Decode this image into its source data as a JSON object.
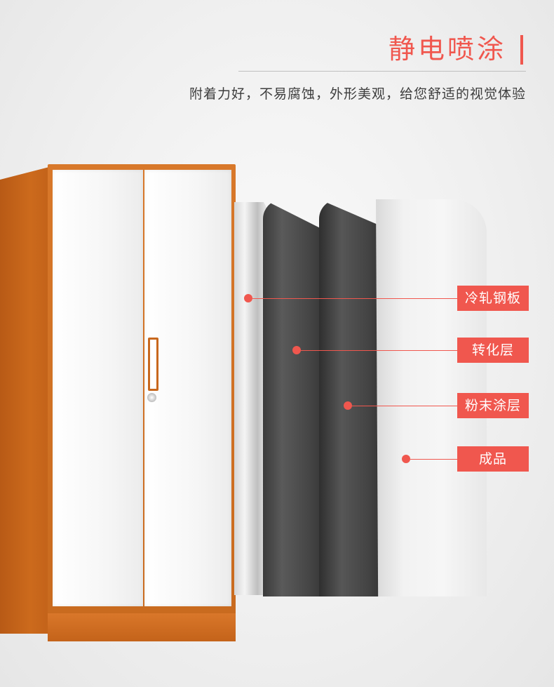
{
  "heading": {
    "title": "静电喷涂",
    "subtitle": "附着力好，不易腐蚀，外形美观，给您舒适的视觉体验"
  },
  "layers": [
    {
      "label": "冷轧钢板"
    },
    {
      "label": "转化层"
    },
    {
      "label": "粉末涂层"
    },
    {
      "label": "成品"
    }
  ],
  "colors": {
    "accent": "#f0574e",
    "cabinet_frame": "#c86a1e",
    "cabinet_door": "#f7f7f7",
    "conversion_layer": "#454545"
  }
}
